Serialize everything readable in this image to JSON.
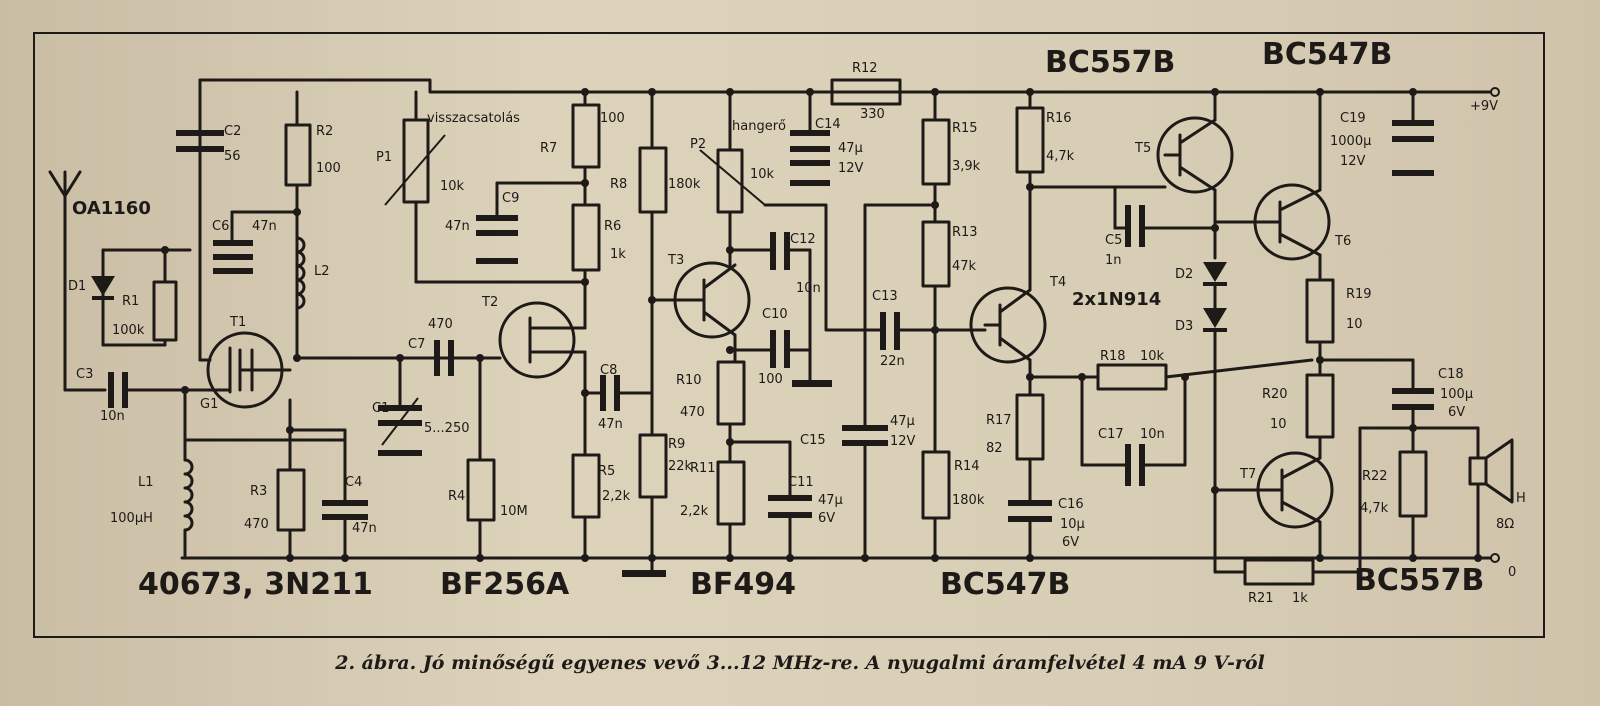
{
  "caption": "2. ábra. Jó minőségű egyenes vevő 3...12 MHz-re. A nyugalmi áramfelvétel 4 mA 9 V-ról",
  "types": {
    "t1": "40673, 3N211",
    "t2": "BF256A",
    "t3": "BF494",
    "t4": "BC547B",
    "t5": "BC557B",
    "t6": "BC547B",
    "t7": "BC557B"
  },
  "labels": {
    "oa1160": "OA1160",
    "c1": "C1",
    "c2": "C2",
    "c3": "C3",
    "c4": "C4",
    "c5": "C5",
    "c6": "C6",
    "c7": "C7",
    "c8": "C8",
    "c9": "C9",
    "c10": "C10",
    "c11": "C11",
    "c12": "C12",
    "c13": "C13",
    "c14": "C14",
    "c15": "C15",
    "c16": "C16",
    "c17": "C17",
    "c18": "C18",
    "c19": "C19",
    "r1": "R1",
    "r2": "R2",
    "r3": "R3",
    "r4": "R4",
    "r5": "R5",
    "r6": "R6",
    "r7": "R7",
    "r8": "R8",
    "r9": "R9",
    "r10": "R10",
    "r11": "R11",
    "r12": "R12",
    "r13": "R13",
    "r14": "R14",
    "r15": "R15",
    "r16": "R16",
    "r17": "R17",
    "r18": "R18",
    "r19": "R19",
    "r20": "R20",
    "r21": "R21",
    "r22": "R22",
    "t1": "T1",
    "t2": "T2",
    "t3": "T3",
    "t4": "T4",
    "t5": "T5",
    "t6": "T6",
    "t7": "T7",
    "d1": "D1",
    "d2": "D2",
    "d3": "D3",
    "l1": "L1",
    "l2": "L2",
    "g1": "G1",
    "p1": "P1",
    "p2": "P2",
    "visszacsatolas": "visszacsatolás",
    "hangero": "hangerő",
    "diodes_type": "2x1N914",
    "h": "H",
    "supply": "+9V",
    "ground": "0"
  },
  "values": {
    "c1": "5...250",
    "c2": "56",
    "c3": "10n",
    "c4": "47n",
    "c5": "1n",
    "c6": "47n",
    "c7": "470",
    "c8": "47n",
    "c9": "47n",
    "c10": "100",
    "c11": "47µ",
    "c11_voltage": "6V",
    "c12": "10n",
    "c13": "22n",
    "c14": "47µ",
    "c14_voltage": "12V",
    "c15": "47µ",
    "c15_voltage": "12V",
    "c16": "10µ",
    "c16_voltage": "6V",
    "c17": "10n",
    "c18": "100µ",
    "c18_voltage": "6V",
    "c19": "1000µ",
    "c19_voltage": "12V",
    "r1": "100k",
    "r2": "100",
    "r3": "470",
    "r4": "10M",
    "r5": "2,2k",
    "r6": "1k",
    "r7": "100",
    "r8": "180k",
    "r9": "22k",
    "r10": "470",
    "r11": "2,2k",
    "r12": "330",
    "r13": "47k",
    "r14": "180k",
    "r15": "3,9k",
    "r16": "4,7k",
    "r17": "82",
    "r18": "10k",
    "r19": "10",
    "r20": "10",
    "r21": "1k",
    "r22": "4,7k",
    "p1": "10k",
    "p2": "10k",
    "l1": "100µH",
    "speaker": "8Ω"
  }
}
